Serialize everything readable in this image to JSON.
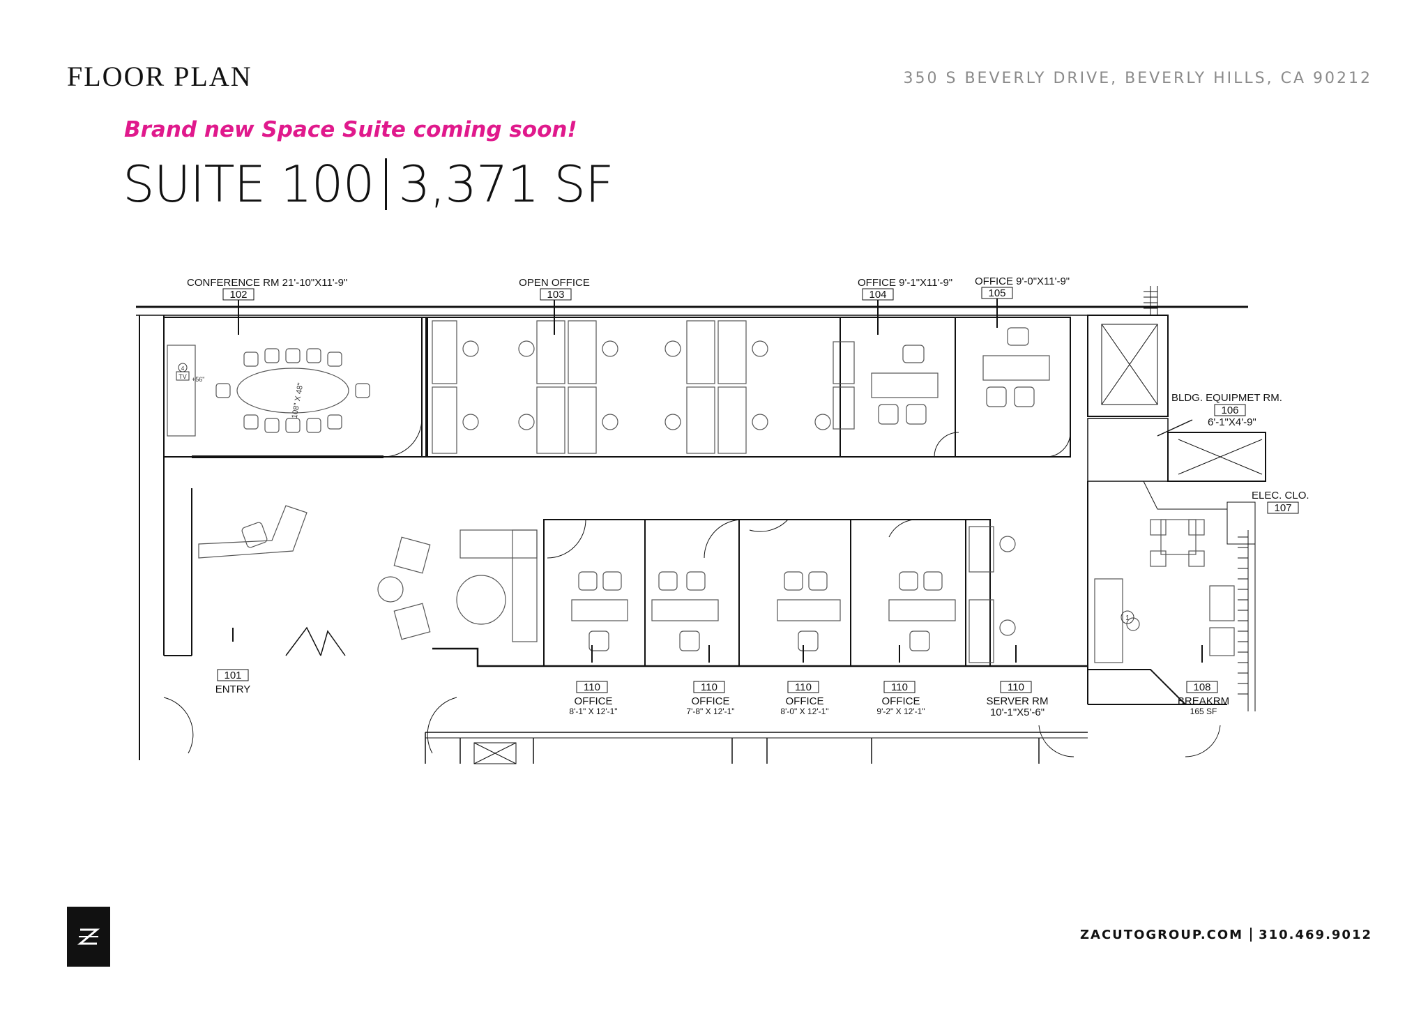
{
  "header": {
    "title": "FLOOR PLAN",
    "address": "350 S BEVERLY DRIVE, BEVERLY HILLS, CA 90212"
  },
  "tagline": "Brand new Space Suite coming soon!",
  "suite": {
    "name": "SUITE 100",
    "area": "3,371 SF"
  },
  "rooms": {
    "conference": {
      "label": "CONFERENCE RM  21'-10\"X11'-9\"",
      "number": "102"
    },
    "open_office": {
      "label": "OPEN OFFICE",
      "number": "103"
    },
    "office_104": {
      "label": "OFFICE  9'-1\"X11'-9\"",
      "number": "104"
    },
    "office_105": {
      "label": "OFFICE  9'-0\"X11'-9\"",
      "number": "105"
    },
    "bldg_equip": {
      "label": "BLDG. EQUIPMET RM.",
      "number": "106",
      "size": "6'-1\"X4'-9\""
    },
    "elec_clo": {
      "label": "ELEC. CLO.",
      "number": "107"
    },
    "entry": {
      "label": "ENTRY",
      "number": "101"
    },
    "office_a": {
      "number": "110",
      "label": "OFFICE",
      "size": "8'-1\" X  12'-1\""
    },
    "office_b": {
      "number": "110",
      "label": "OFFICE",
      "size": "7'-8\" X  12'-1\""
    },
    "office_c": {
      "number": "110",
      "label": "OFFICE",
      "size": "8'-0\" X  12'-1\""
    },
    "office_d": {
      "number": "110",
      "label": "OFFICE",
      "size": "9'-2\" X  12'-1\""
    },
    "server": {
      "number": "110",
      "label": "SERVER RM",
      "size": "10'-1\"X5'-6\""
    },
    "breakroom": {
      "number": "108",
      "label": "BREAKRM",
      "size": "165 SF"
    }
  },
  "annotations": {
    "table_size": "108\" X 48\"",
    "tv": "TV",
    "tv_height": "+56\"",
    "detail_marker": "1",
    "tv_marker": "4"
  },
  "footer": {
    "website": "ZACUTOGROUP.COM",
    "phone": "310.469.9012"
  },
  "colors": {
    "accent": "#e0198c",
    "address_gray": "#8a8a8a",
    "ink": "#111111"
  },
  "icons": {
    "logo": "z-logo-icon"
  }
}
